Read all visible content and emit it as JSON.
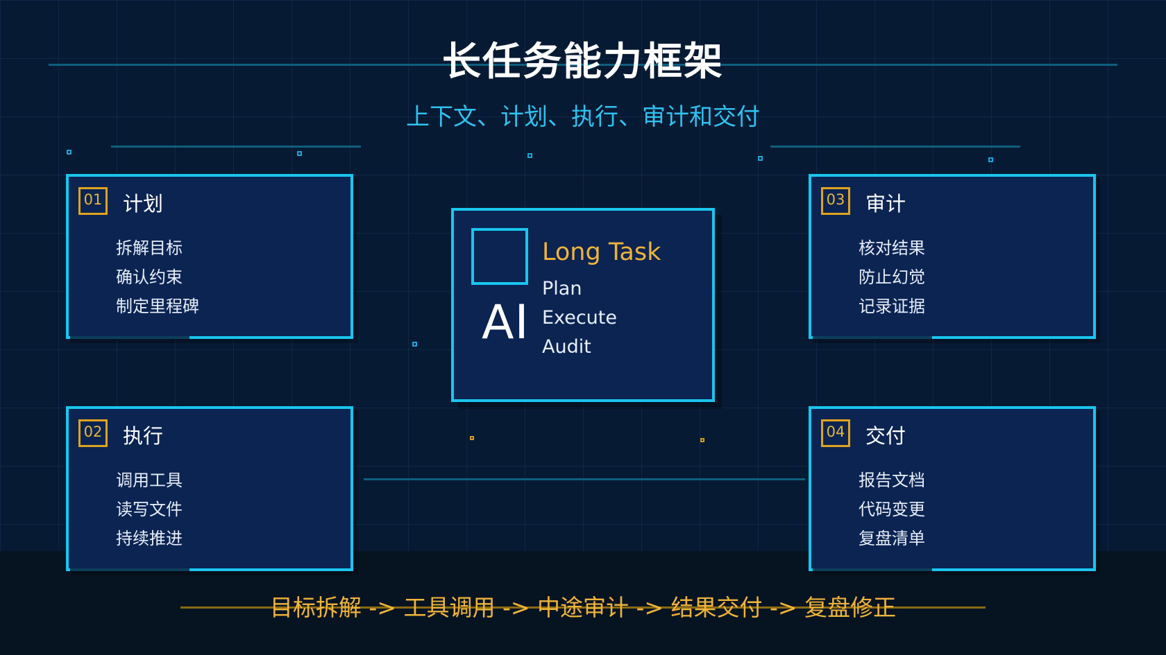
{
  "title": "长任务能力框架",
  "subtitle": "上下文、计划、执行、审计和交付",
  "cards": [
    {
      "num": "01",
      "title": "计划",
      "items": [
        "拆解目标",
        "确认约束",
        "制定里程碑"
      ]
    },
    {
      "num": "02",
      "title": "执行",
      "items": [
        "调用工具",
        "读写文件",
        "持续推进"
      ]
    },
    {
      "num": "03",
      "title": "审计",
      "items": [
        "核对结果",
        "防止幻觉",
        "记录证据"
      ]
    },
    {
      "num": "04",
      "title": "交付",
      "items": [
        "报告文档",
        "代码变更",
        "复盘清单"
      ]
    }
  ],
  "center": {
    "ai": "AI",
    "heading": "Long Task",
    "steps": [
      "Plan",
      "Execute",
      "Audit"
    ]
  },
  "flow": "目标拆解 -> 工具调用 -> 中途审计 -> 结果交付 -> 复盘修正",
  "colors": {
    "background": "#071a33",
    "card": "#0b2452",
    "cyan": "#19c6ee",
    "gold": "#f0b43a",
    "subtitle": "#2ec2f0"
  }
}
